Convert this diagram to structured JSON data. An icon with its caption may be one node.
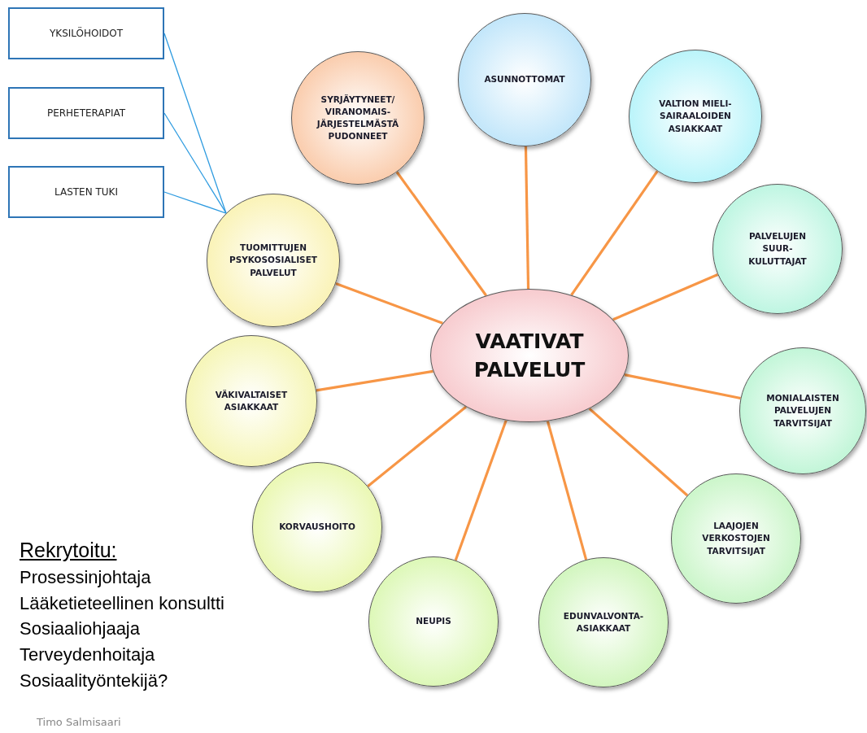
{
  "diagram": {
    "nodes": [
      {
        "text": [
          "VAATIVAT PALVELUT"
        ]
      },
      {
        "text": [
          "SYRJÄYTYNEET/ VIRANOMAIS- JÄRJESTELMÄSTÄ PUDONNEET"
        ]
      },
      {
        "text": [
          "ASUNNOTTOMAT"
        ]
      },
      {
        "text": [
          "VALTION MIELI- SAIRAALOIDEN ASIAKKAAT"
        ]
      },
      {
        "text": [
          "PALVELUJEN SUUR- KULUTTAJAT"
        ]
      },
      {
        "text": [
          "MONIALAISTEN PALVELUJEN TARVITSIJAT"
        ]
      },
      {
        "text": [
          "LAAJOJEN VERKOSTOJEN TARVITSIJAT"
        ]
      },
      {
        "text": [
          "EDUNVALVONTA- ASIAKKAAT"
        ]
      },
      {
        "text": [
          "NEUPIS"
        ]
      },
      {
        "text": [
          "KORVAUSHOITO"
        ]
      },
      {
        "text": [
          "VÄKIVALTAISET ASIAKKAAT"
        ]
      },
      {
        "text": [
          "TUOMITTUJEN PSYKOSOSIALISET PALVELUT"
        ]
      },
      {
        "text": [
          "YKSILÖHOIDOT"
        ]
      },
      {
        "text": [
          "PERHETERAPIAT"
        ]
      },
      {
        "text": [
          "LASTEN TUKI"
        ]
      }
    ],
    "edges": [
      {
        "from": 0,
        "to": 1,
        "arrow": "none"
      },
      {
        "from": 0,
        "to": 2,
        "arrow": "none"
      },
      {
        "from": 0,
        "to": 3,
        "arrow": "none"
      },
      {
        "from": 0,
        "to": 4,
        "arrow": "none"
      },
      {
        "from": 0,
        "to": 5,
        "arrow": "none"
      },
      {
        "from": 0,
        "to": 6,
        "arrow": "none"
      },
      {
        "from": 0,
        "to": 7,
        "arrow": "none"
      },
      {
        "from": 0,
        "to": 8,
        "arrow": "none"
      },
      {
        "from": 0,
        "to": 9,
        "arrow": "none"
      },
      {
        "from": 0,
        "to": 10,
        "arrow": "none"
      },
      {
        "from": 0,
        "to": 11,
        "arrow": "none"
      },
      {
        "from": 12,
        "to": 11,
        "arrow": "none",
        "color": "#2e9be0"
      },
      {
        "from": 13,
        "to": 11,
        "arrow": "none",
        "color": "#2e9be0"
      },
      {
        "from": 14,
        "to": 11,
        "arrow": "none",
        "color": "#2e9be0"
      }
    ],
    "labels": [
      "Rekrytoitu:",
      "Prosessinjohtaja",
      "Lääketieteellinen konsultti",
      "Sosiaaliohjaaja",
      "Terveydenhoitaja",
      "Sosiaalityöntekijä?",
      "Timo Salmisaari"
    ]
  }
}
